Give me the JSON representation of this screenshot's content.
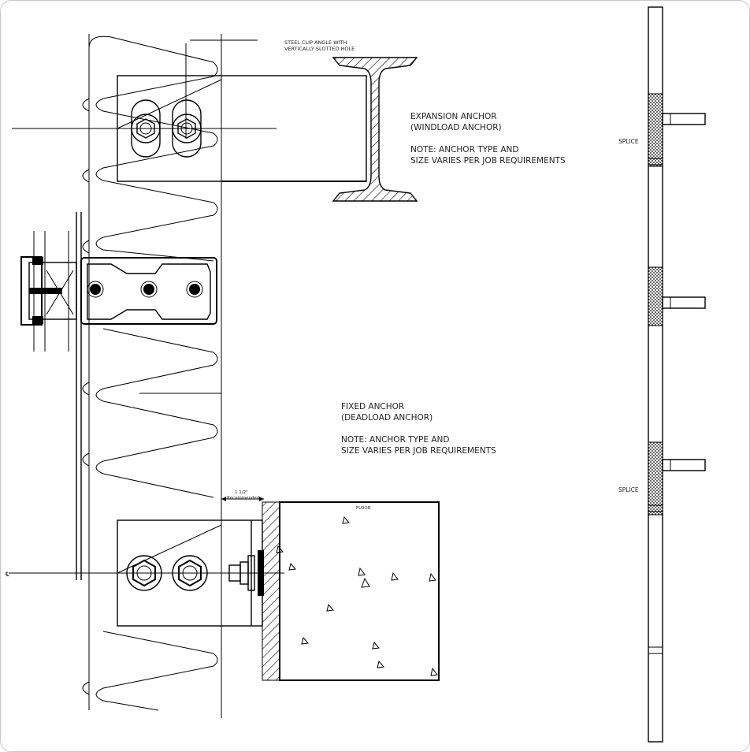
{
  "labels": {
    "clip_angle": [
      "STEEL CLIP ANGLE WITH",
      "VERTICALLY SLOTTED HOLE"
    ],
    "expansion_anchor": [
      "EXPANSION ANCHOR",
      "(WINDLOAD ANCHOR)"
    ],
    "expansion_note": [
      "NOTE: ANCHOR TYPE AND",
      "SIZE VARIES PER JOB REQUIREMENTS"
    ],
    "fixed_anchor": [
      "FIXED ANCHOR",
      "(DEADLOAD ANCHOR)"
    ],
    "fixed_note": [
      "NOTE: ANCHOR TYPE AND",
      "SIZE VARIES PER JOB REQUIREMENTS"
    ],
    "dimension": [
      "1 1/2\"",
      "Recommended"
    ],
    "floor": "FLOOR",
    "splice_top": "SPLICE",
    "splice_bottom": "SPLICE",
    "centerline": "℄"
  }
}
